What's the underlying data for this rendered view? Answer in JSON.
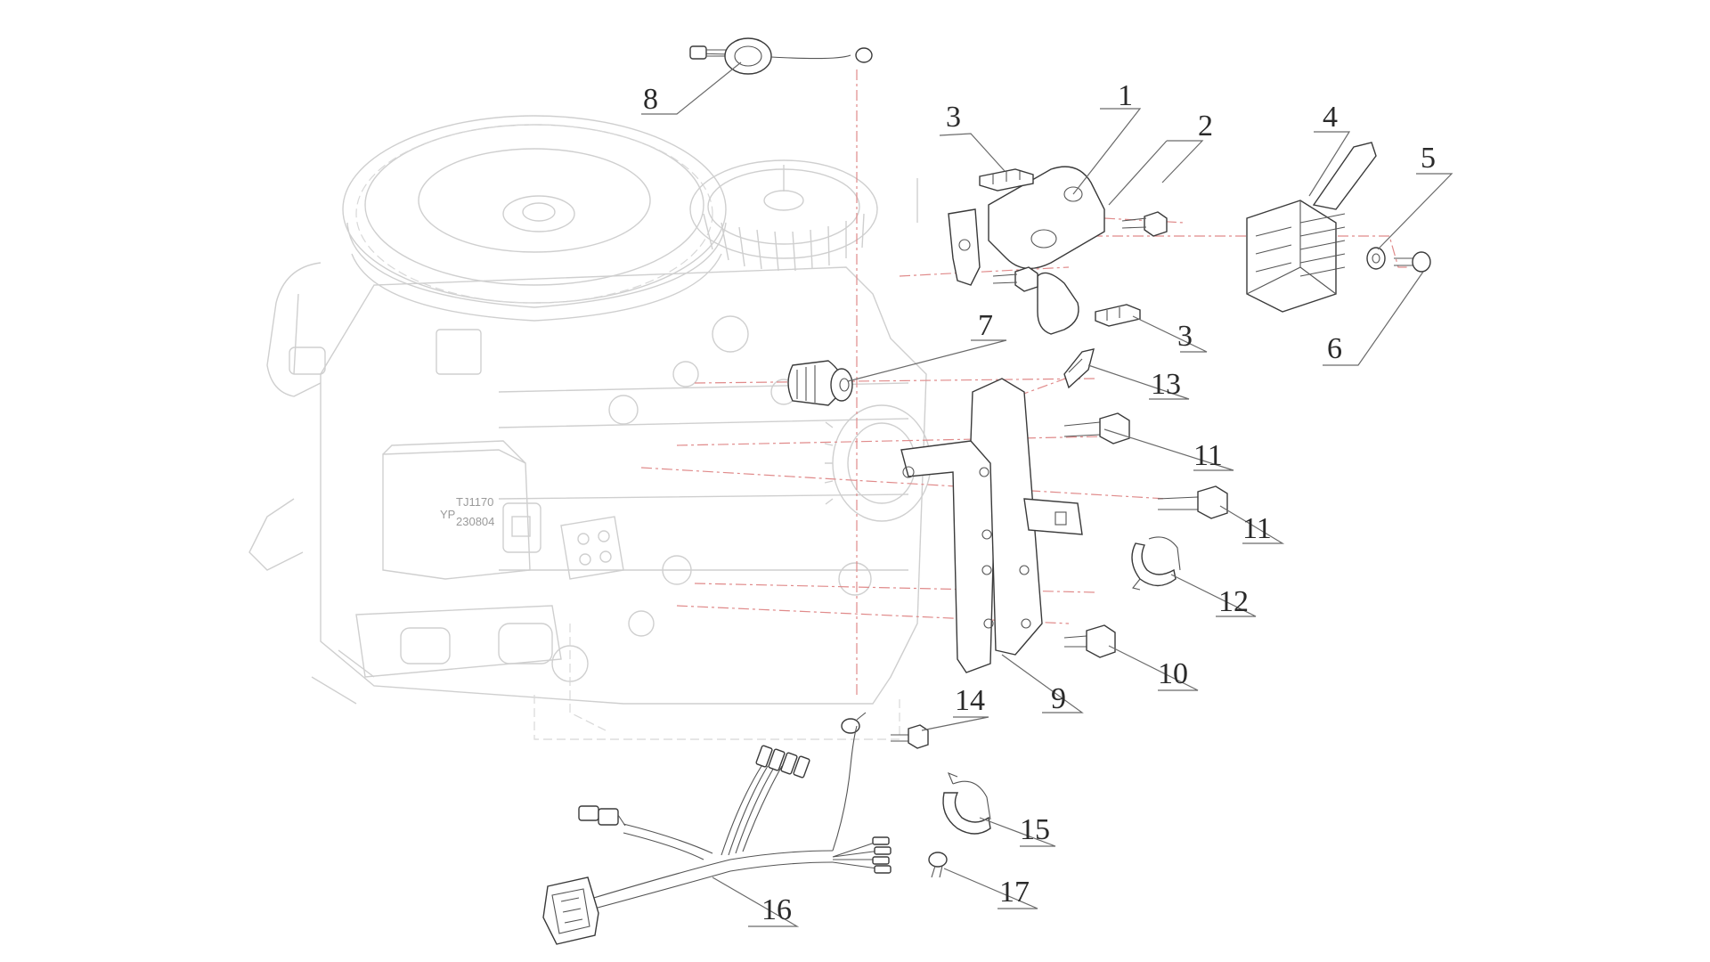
{
  "diagram": {
    "block_marking": [
      "YP",
      "TJ1170",
      "230804"
    ],
    "callouts": [
      {
        "id": "callout-1",
        "label": "1"
      },
      {
        "id": "callout-2",
        "label": "2"
      },
      {
        "id": "callout-3a",
        "label": "3"
      },
      {
        "id": "callout-3b",
        "label": "3"
      },
      {
        "id": "callout-4",
        "label": "4"
      },
      {
        "id": "callout-5",
        "label": "5"
      },
      {
        "id": "callout-6",
        "label": "6"
      },
      {
        "id": "callout-7",
        "label": "7"
      },
      {
        "id": "callout-8",
        "label": "8"
      },
      {
        "id": "callout-9",
        "label": "9"
      },
      {
        "id": "callout-10",
        "label": "10"
      },
      {
        "id": "callout-11a",
        "label": "11"
      },
      {
        "id": "callout-11b",
        "label": "11"
      },
      {
        "id": "callout-12",
        "label": "12"
      },
      {
        "id": "callout-13",
        "label": "13"
      },
      {
        "id": "callout-14",
        "label": "14"
      },
      {
        "id": "callout-15",
        "label": "15"
      },
      {
        "id": "callout-16",
        "label": "16"
      },
      {
        "id": "callout-17",
        "label": "17"
      }
    ]
  }
}
